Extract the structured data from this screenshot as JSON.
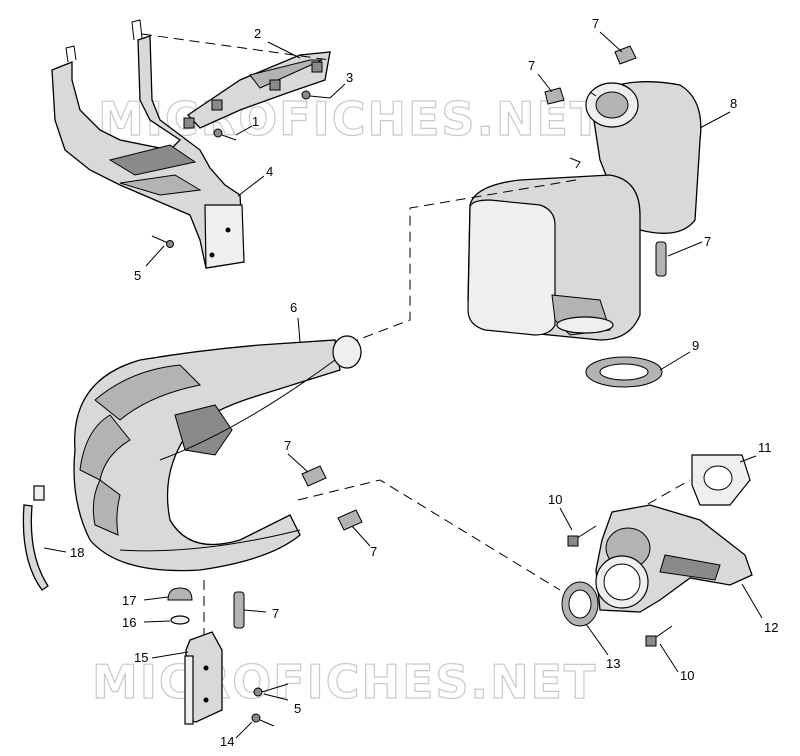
{
  "watermark": "MICROFICHES.NET",
  "callouts": [
    "1",
    "2",
    "3",
    "4",
    "5",
    "6",
    "7",
    "8",
    "9",
    "10",
    "11",
    "12",
    "13",
    "14",
    "15",
    "16",
    "17",
    "18"
  ],
  "labels": {
    "c1": "1",
    "c2": "2",
    "c3": "3",
    "c4": "4",
    "c5a": "5",
    "c5b": "5",
    "c6": "6",
    "c7a": "7",
    "c7b": "7",
    "c7c": "7",
    "c7d": "7",
    "c7e": "7",
    "c7f": "7",
    "c8": "8",
    "c9": "9",
    "c10a": "10",
    "c10b": "10",
    "c11": "11",
    "c12": "12",
    "c13": "13",
    "c14": "14",
    "c15": "15",
    "c16": "16",
    "c17": "17",
    "c18": "18"
  }
}
